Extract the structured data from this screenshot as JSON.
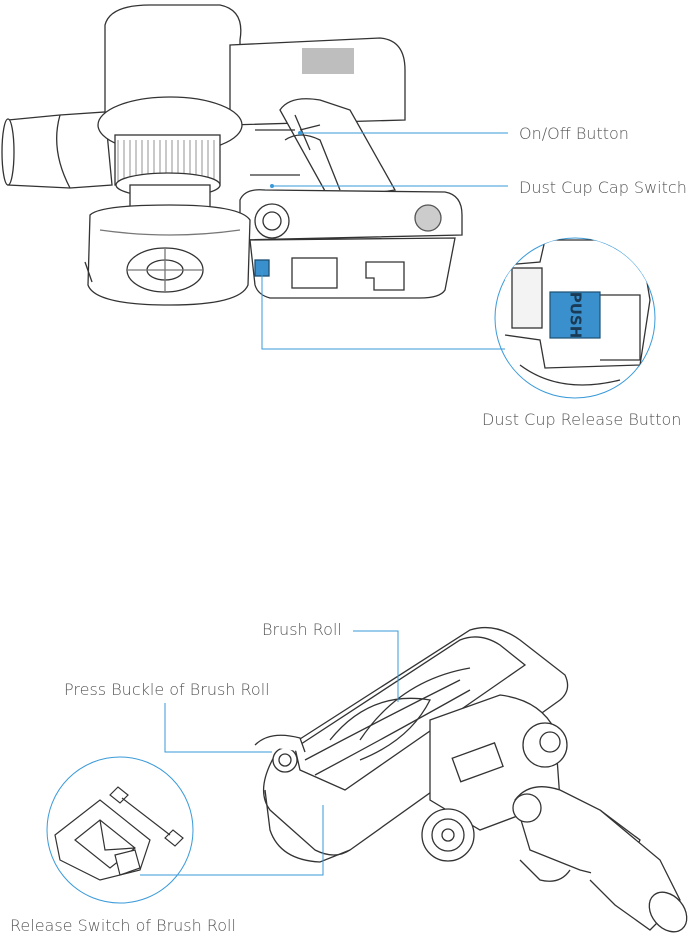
{
  "labels": {
    "on_off_button": "On/Off Button",
    "dust_cup_cap_switch": "Dust Cup Cap Switch",
    "dust_cup_release_button": "Dust Cup Release Button",
    "brush_roll": "Brush Roll",
    "press_buckle": "Press Buckle of Brush Roll",
    "release_switch": "Release Switch of Brush Roll"
  },
  "push_button_text": "PUSH",
  "colors": {
    "callout_line": "#3a9ad9",
    "highlight_blue": "#3a90cc",
    "outline": "#333333",
    "label_text": "#555555"
  }
}
